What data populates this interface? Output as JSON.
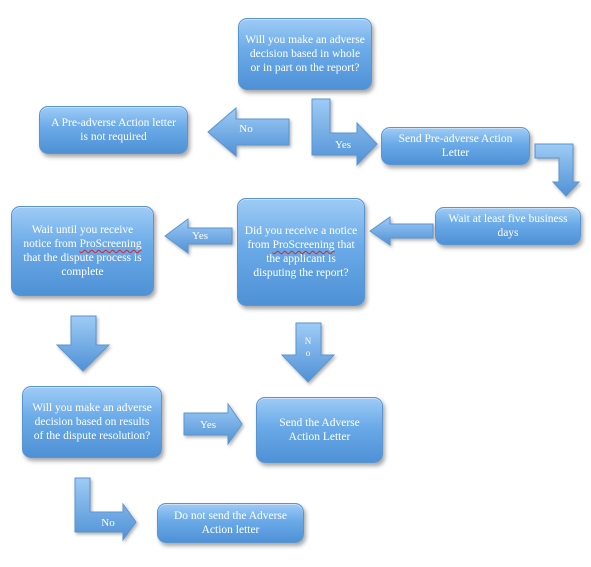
{
  "nodes": {
    "q1": "Will you make an adverse decision based in whole or in part on the report?",
    "not_required": "A Pre-adverse Action letter is not required",
    "send_pre_adverse": "Send Pre-adverse Action Letter",
    "wait_five": "Wait at least five business days",
    "q2_pre": "Did you receive a notice from",
    "q2_name": "ProScreening",
    "q2_post": "that the applicant is disputing the report?",
    "wait_dispute_pre": "Wait until you receive notice from",
    "wait_dispute_name": "ProScreening",
    "wait_dispute_post": "that the dispute process is complete",
    "q3": "Will you make an adverse decision based on results of the dispute resolution?",
    "send_adverse": "Send the Adverse Action Letter",
    "do_not_send": "Do not send the Adverse Action letter"
  },
  "arrow_labels": {
    "q1_no": "No",
    "q1_yes": "Yes",
    "q2_yes": "Yes",
    "q2_no_1": "N",
    "q2_no_2": "o",
    "q3_yes": "Yes",
    "q3_no": "No"
  },
  "colors": {
    "box_top": "#9ecbf5",
    "box_bottom": "#4f91d6",
    "arrow": "#6aaae8",
    "text": "#ffffff"
  }
}
